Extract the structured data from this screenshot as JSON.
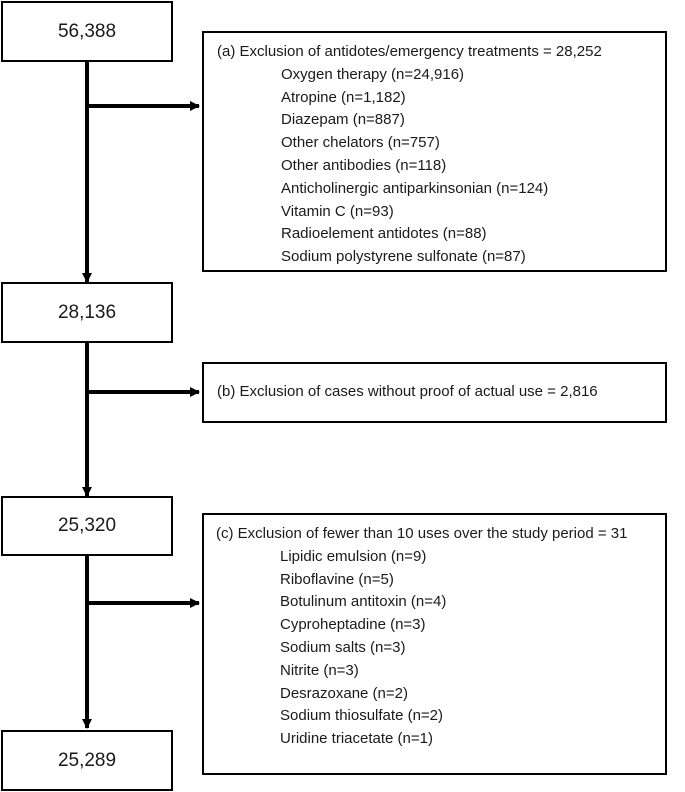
{
  "counts": {
    "initial": "56,388",
    "after_a": "28,136",
    "after_b": "25,320",
    "final": "25,289"
  },
  "exclusion_a": {
    "title": "(a) Exclusion of antidotes/emergency treatments = 28,252",
    "items": [
      "Oxygen therapy (n=24,916)",
      "Atropine (n=1,182)",
      "Diazepam (n=887)",
      "Other chelators (n=757)",
      "Other antibodies (n=118)",
      "Anticholinergic antiparkinsonian (n=124)",
      "Vitamin C (n=93)",
      "Radioelement antidotes (n=88)",
      "Sodium polystyrene sulfonate (n=87)"
    ]
  },
  "exclusion_b": {
    "title": "(b) Exclusion of cases without proof of actual use = 2,816"
  },
  "exclusion_c": {
    "title": "(c) Exclusion of fewer than 10 uses over the study period = 31",
    "items": [
      "Lipidic emulsion (n=9)",
      "Riboflavine (n=5)",
      "Botulinum antitoxin (n=4)",
      "Cyproheptadine (n=3)",
      "Sodium salts (n=3)",
      "Nitrite (n=3)",
      "Desrazoxane (n=2)",
      "Sodium thiosulfate (n=2)",
      "Uridine triacetate (n=1)"
    ]
  },
  "colors": {
    "line": "#000000",
    "text": "#1a1a1a"
  }
}
